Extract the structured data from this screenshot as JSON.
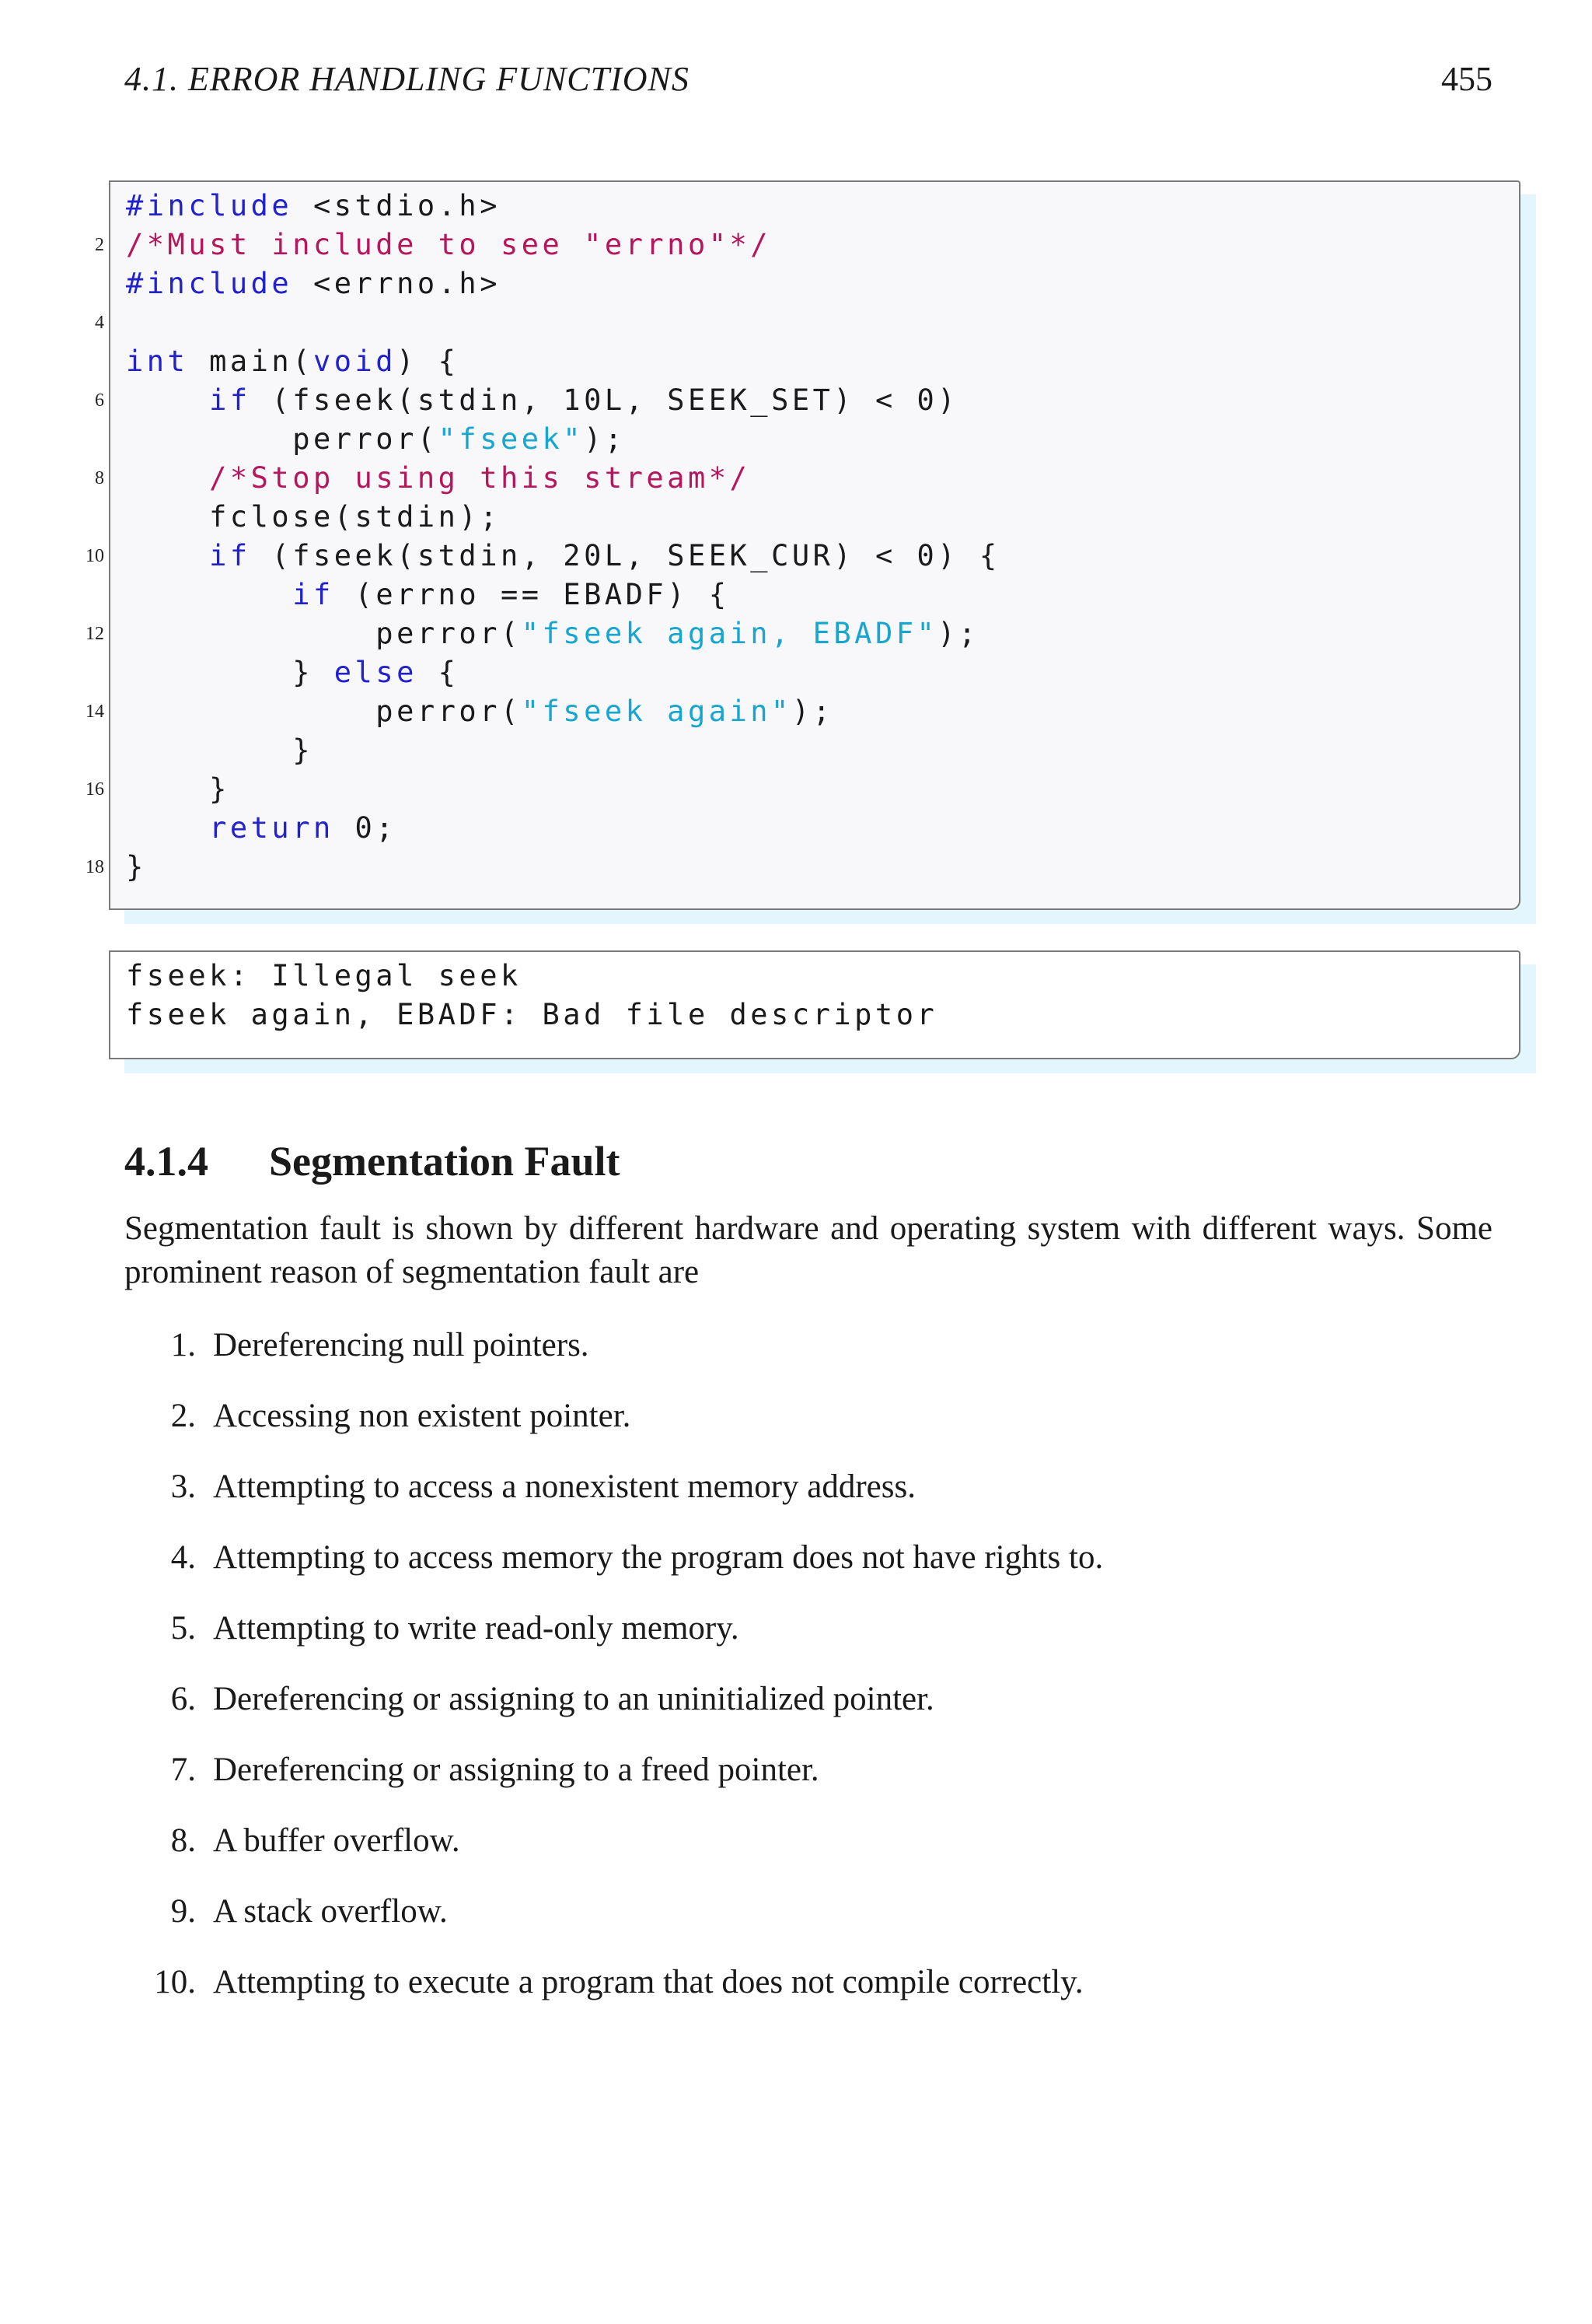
{
  "header": {
    "title": "4.1.  ERROR HANDLING FUNCTIONS",
    "page_number": "455"
  },
  "code": {
    "lines": [
      {
        "no": "",
        "tokens": [
          {
            "c": "kw",
            "t": "#include"
          },
          {
            "c": "tx",
            "t": " <stdio.h>"
          }
        ]
      },
      {
        "no": "2",
        "tokens": [
          {
            "c": "cm",
            "t": "/*Must include to see \"errno\"*/"
          }
        ]
      },
      {
        "no": "",
        "tokens": [
          {
            "c": "kw",
            "t": "#include"
          },
          {
            "c": "tx",
            "t": " <errno.h>"
          }
        ]
      },
      {
        "no": "4",
        "tokens": []
      },
      {
        "no": "",
        "tokens": [
          {
            "c": "kw",
            "t": "int"
          },
          {
            "c": "tx",
            "t": " main("
          },
          {
            "c": "kw",
            "t": "void"
          },
          {
            "c": "tx",
            "t": ") {"
          }
        ]
      },
      {
        "no": "6",
        "tokens": [
          {
            "c": "tx",
            "t": "    "
          },
          {
            "c": "kw",
            "t": "if"
          },
          {
            "c": "tx",
            "t": " (fseek(stdin, 10L, SEEK_SET) < 0)"
          }
        ]
      },
      {
        "no": "",
        "tokens": [
          {
            "c": "tx",
            "t": "        perror("
          },
          {
            "c": "st",
            "t": "\"fseek\""
          },
          {
            "c": "tx",
            "t": ");"
          }
        ]
      },
      {
        "no": "8",
        "tokens": [
          {
            "c": "tx",
            "t": "    "
          },
          {
            "c": "cm",
            "t": "/*Stop using this stream*/"
          }
        ]
      },
      {
        "no": "",
        "tokens": [
          {
            "c": "tx",
            "t": "    fclose(stdin);"
          }
        ]
      },
      {
        "no": "10",
        "tokens": [
          {
            "c": "tx",
            "t": "    "
          },
          {
            "c": "kw",
            "t": "if"
          },
          {
            "c": "tx",
            "t": " (fseek(stdin, 20L, SEEK_CUR) < 0) {"
          }
        ]
      },
      {
        "no": "",
        "tokens": [
          {
            "c": "tx",
            "t": "        "
          },
          {
            "c": "kw",
            "t": "if"
          },
          {
            "c": "tx",
            "t": " (errno == EBADF) {"
          }
        ]
      },
      {
        "no": "12",
        "tokens": [
          {
            "c": "tx",
            "t": "            perror("
          },
          {
            "c": "st",
            "t": "\"fseek again, EBADF\""
          },
          {
            "c": "tx",
            "t": ");"
          }
        ]
      },
      {
        "no": "",
        "tokens": [
          {
            "c": "tx",
            "t": "        } "
          },
          {
            "c": "kw",
            "t": "else"
          },
          {
            "c": "tx",
            "t": " {"
          }
        ]
      },
      {
        "no": "14",
        "tokens": [
          {
            "c": "tx",
            "t": "            perror("
          },
          {
            "c": "st",
            "t": "\"fseek again\""
          },
          {
            "c": "tx",
            "t": ");"
          }
        ]
      },
      {
        "no": "",
        "tokens": [
          {
            "c": "tx",
            "t": "        }"
          }
        ]
      },
      {
        "no": "16",
        "tokens": [
          {
            "c": "tx",
            "t": "    }"
          }
        ]
      },
      {
        "no": "",
        "tokens": [
          {
            "c": "tx",
            "t": "    "
          },
          {
            "c": "kw",
            "t": "return"
          },
          {
            "c": "tx",
            "t": " 0;"
          }
        ]
      },
      {
        "no": "18",
        "tokens": [
          {
            "c": "tx",
            "t": "}"
          }
        ]
      }
    ]
  },
  "output": {
    "lines": [
      "fseek: Illegal seek",
      "fseek again, EBADF: Bad file descriptor"
    ]
  },
  "section": {
    "number": "4.1.4",
    "title": "Segmentation Fault",
    "intro": "Segmentation fault is shown by different hardware and operating system with different ways. Some prominent reason of segmentation fault are",
    "items": [
      {
        "n": "1.",
        "text": "Dereferencing null pointers."
      },
      {
        "n": "2.",
        "text": "Accessing non existent pointer."
      },
      {
        "n": "3.",
        "text": "Attempting to access a nonexistent memory address."
      },
      {
        "n": "4.",
        "text": "Attempting to access memory the program does not have rights to."
      },
      {
        "n": "5.",
        "text": "Attempting to write read-only memory."
      },
      {
        "n": "6.",
        "text": "Dereferencing or assigning to an uninitialized pointer."
      },
      {
        "n": "7.",
        "text": "Dereferencing or assigning to a freed pointer."
      },
      {
        "n": "8.",
        "text": "A buffer overflow."
      },
      {
        "n": "9.",
        "text": "A stack overflow."
      },
      {
        "n": "10.",
        "text": "Attempting to execute a program that does not compile correctly."
      }
    ]
  },
  "colors": {
    "keyword": "#2222cc",
    "comment": "#b5175b",
    "string": "#16a6cf",
    "box_shadow": "#e3f5fd",
    "code_bg": "#f8f7f9"
  }
}
